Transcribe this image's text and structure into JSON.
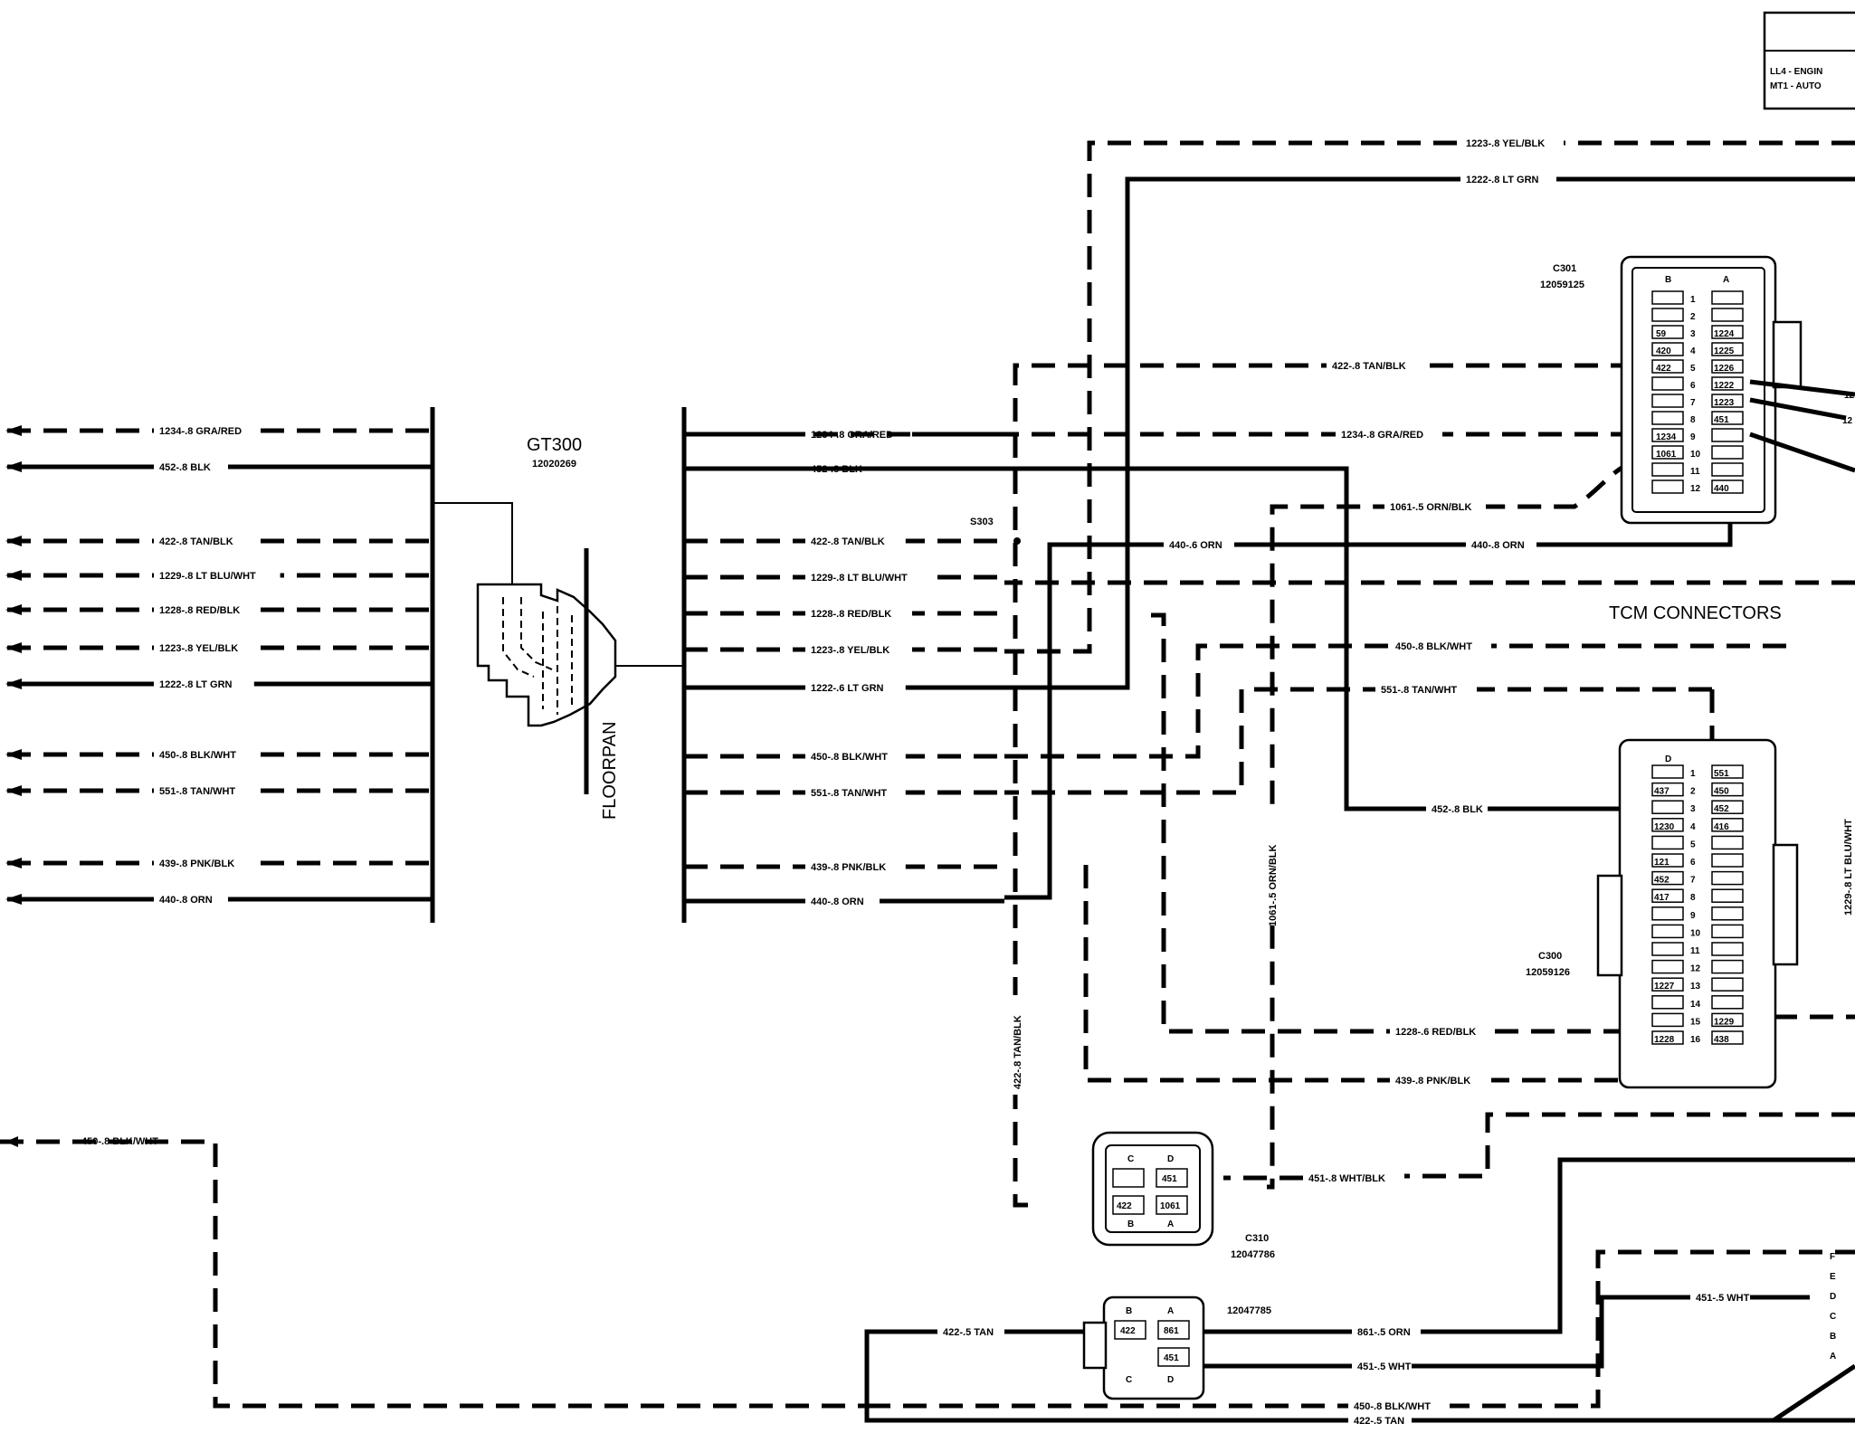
{
  "title_box": {
    "line1": "LL4 - ENGIN",
    "line2": "MT1 - AUTO"
  },
  "colors": {
    "ink": "#000000",
    "paper": "#ffffff"
  },
  "splice_gt300": {
    "name": "GT300",
    "part": "12020269",
    "floorpan": "FLOORPAN"
  },
  "left_wires": [
    {
      "id": "1234",
      "label": "1234-.8 GRA/RED",
      "dashed": true
    },
    {
      "id": "452",
      "label": "452-.8 BLK",
      "dashed": false
    },
    {
      "id": "422",
      "label": "422-.8 TAN/BLK",
      "dashed": true
    },
    {
      "id": "1229",
      "label": "1229-.8 LT BLU/WHT",
      "dashed": true
    },
    {
      "id": "1228",
      "label": "1228-.8 RED/BLK",
      "dashed": true
    },
    {
      "id": "1223",
      "label": "1223-.8 YEL/BLK",
      "dashed": true
    },
    {
      "id": "1222",
      "label": "1222-.8 LT GRN",
      "dashed": false
    },
    {
      "id": "450",
      "label": "450-.8 BLK/WHT",
      "dashed": true
    },
    {
      "id": "551",
      "label": "551-.8 TAN/WHT",
      "dashed": true
    },
    {
      "id": "439",
      "label": "439-.8 PNK/BLK",
      "dashed": true
    },
    {
      "id": "440",
      "label": "440-.8 ORN",
      "dashed": false
    }
  ],
  "right_wires": [
    {
      "id": "1234",
      "label": "1234-.8 GRA/RED"
    },
    {
      "id": "452",
      "label": "452-.8 BLK"
    },
    {
      "id": "422",
      "label": "422-.8 TAN/BLK"
    },
    {
      "id": "1229",
      "label": "1229-.8 LT BLU/WHT"
    },
    {
      "id": "1228",
      "label": "1228-.8 RED/BLK"
    },
    {
      "id": "1223",
      "label": "1223-.8 YEL/BLK"
    },
    {
      "id": "1222",
      "label": "1222-.6 LT GRN"
    },
    {
      "id": "450",
      "label": "450-.8 BLK/WHT"
    },
    {
      "id": "551",
      "label": "551-.8 TAN/WHT"
    },
    {
      "id": "439",
      "label": "439-.8 PNK/BLK"
    },
    {
      "id": "440",
      "label": "440-.8 ORN"
    }
  ],
  "route_labels": {
    "top1223": "1223-.8 YEL/BLK",
    "top1222": "1222-.8 LT GRN",
    "tanblk": "422-.8 TAN/BLK",
    "grared": "1234-.8 GRA/RED",
    "ornblk": "1061-.5 ORN/BLK",
    "orn_a": "440-.6 ORN",
    "orn_b": "440-.8 ORN",
    "s303": "S303",
    "blkwht": "450-.8 BLK/WHT",
    "tanwht": "551-.8 TAN/WHT",
    "blk": "452-.8 BLK",
    "vert_ornblk": "1061-.5 ORN/BLK",
    "vert_tanblk": "422-.8 TAN/BLK",
    "redblk": "1228-.6 RED/BLK",
    "pnkblk": "439-.8 PNK/BLK",
    "whtblk": "451-.8 WHT/BLK",
    "bottom_blkwht_left": "450-.8 BLK/WHT",
    "tan_a": "422-.5 TAN",
    "orn861": "861-.5 ORN",
    "wht451": "451-.5 WHT",
    "wht451_b": "451-.5 WHT",
    "blkwht_bottom": "450-.8 BLK/WHT",
    "tan_bottom": "422-.5 TAN",
    "vert_ltbluwht": "1229-.8 LT BLU/WHT"
  },
  "c301": {
    "name": "C301",
    "part": "12059125",
    "col_b": "B",
    "col_a": "A",
    "rows": [
      {
        "n": "1",
        "b": "",
        "a": ""
      },
      {
        "n": "2",
        "b": "",
        "a": ""
      },
      {
        "n": "3",
        "b": "59",
        "a": "1224"
      },
      {
        "n": "4",
        "b": "420",
        "a": "1225"
      },
      {
        "n": "5",
        "b": "422",
        "a": "1226"
      },
      {
        "n": "6",
        "b": "",
        "a": "1222"
      },
      {
        "n": "7",
        "b": "",
        "a": "1223"
      },
      {
        "n": "8",
        "b": "",
        "a": "451"
      },
      {
        "n": "9",
        "b": "1234",
        "a": ""
      },
      {
        "n": "10",
        "b": "1061",
        "a": ""
      },
      {
        "n": "11",
        "b": "",
        "a": ""
      },
      {
        "n": "12",
        "b": "",
        "a": "440"
      }
    ]
  },
  "tcm": {
    "heading": "TCM CONNECTORS"
  },
  "c300": {
    "name": "C300",
    "part": "12059126",
    "col_d": "D",
    "rows": [
      {
        "n": "1",
        "d": "",
        "c": "551"
      },
      {
        "n": "2",
        "d": "437",
        "c": "450"
      },
      {
        "n": "3",
        "d": "",
        "c": "452"
      },
      {
        "n": "4",
        "d": "1230",
        "c": "416"
      },
      {
        "n": "5",
        "d": "",
        "c": ""
      },
      {
        "n": "6",
        "d": "121",
        "c": ""
      },
      {
        "n": "7",
        "d": "452",
        "c": ""
      },
      {
        "n": "8",
        "d": "417",
        "c": ""
      },
      {
        "n": "9",
        "d": "",
        "c": ""
      },
      {
        "n": "10",
        "d": "",
        "c": ""
      },
      {
        "n": "11",
        "d": "",
        "c": ""
      },
      {
        "n": "12",
        "d": "",
        "c": ""
      },
      {
        "n": "13",
        "d": "1227",
        "c": ""
      },
      {
        "n": "14",
        "d": "",
        "c": ""
      },
      {
        "n": "15",
        "d": "",
        "c": "1229"
      },
      {
        "n": "16",
        "d": "1228",
        "c": "438"
      }
    ]
  },
  "c310": {
    "name": "C310",
    "part": "12047786",
    "c": "C",
    "d": "D",
    "b": "B",
    "a": "A",
    "pin_d": "451",
    "pin_b": "422",
    "pin_a": "1061"
  },
  "c_lower": {
    "part": "12047785",
    "b": "B",
    "a": "A",
    "c": "C",
    "d": "D",
    "pin_b": "422",
    "pin_a": "861",
    "pin_d": "451"
  },
  "right_edge_letters": [
    "F",
    "E",
    "D",
    "C",
    "B",
    "A"
  ],
  "right_edge_pins": [
    "12",
    "12"
  ]
}
